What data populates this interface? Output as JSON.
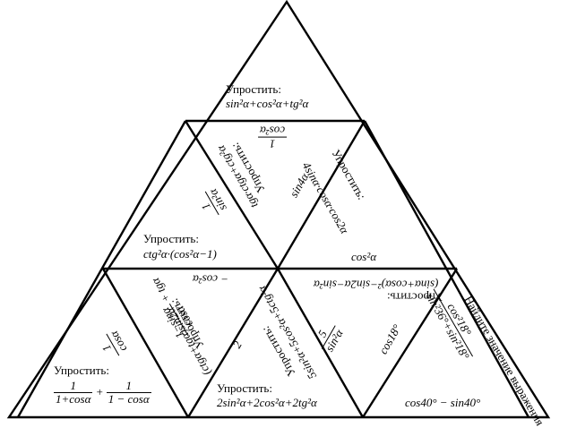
{
  "cards": {
    "top": {
      "heading": "Упростить:",
      "expr": "sin²α+cos²α+tg²α"
    },
    "center_inverted": {
      "answer_num": "1",
      "answer_den": "cos²α",
      "task_heading": "Упростить:",
      "task_expr": "tgα·ctgα+ctg²α",
      "answer2_num": "1",
      "answer2_den": "sin²α",
      "edge_label": "sin4α",
      "task2_heading": "Упростить:",
      "task2_expr": "4sinα·cosα·cos2α"
    },
    "middle_left": {
      "heading": "Упростить:",
      "expr": "ctg²α·(cos²α−1)"
    },
    "middle_right": {
      "answer": "cos²α"
    },
    "lower_inverted_left": {
      "answer_top": "− cos²α",
      "task_heading": "Упростить:",
      "task_expr": "(ctgα+tgα)sin2α",
      "frac_num": "1−sinα",
      "frac_den": "cosα",
      "frac_tail": "+ tgα",
      "left_num": "1",
      "left_den": "cosα",
      "edge2": "2"
    },
    "lower_inverted_right": {
      "task_heading": "Упростить:",
      "task_expr": "(sinα+cosα)²−sin2α−sin²α",
      "frac_num": "5",
      "frac_den": "sin²α",
      "task2_heading": "Упростить:",
      "task2_expr": "5sin²α+5cos²α+5ctg²α",
      "value": "cos18°",
      "find_heading": "Найдите значение выражения",
      "find_num": "cos²18°",
      "find_den": "sin²36°+sin²18°"
    },
    "bottom_left": {
      "heading": "Упростить:",
      "f1_num": "1",
      "f1_den": "1+cosα",
      "plus": "+",
      "f2_num": "1",
      "f2_den": "1 − cosα"
    },
    "bottom_center": {
      "heading": "Упростить:",
      "expr": "2sin²α+2cos²α+2tg²α"
    },
    "bottom_right": {
      "expr": "cos40° − sin40°"
    }
  }
}
